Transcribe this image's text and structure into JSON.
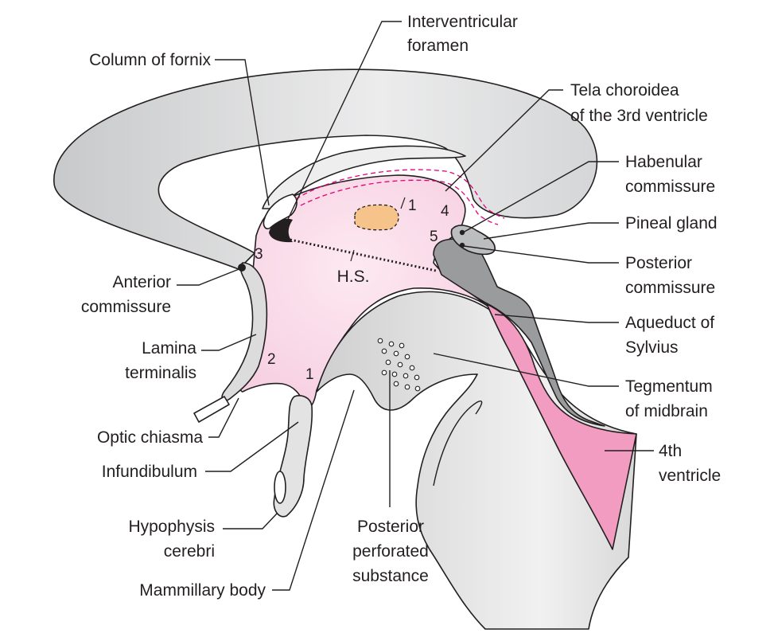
{
  "labels": {
    "column_of_fornix": "Column of fornix",
    "interventricular_1": "Interventricular",
    "interventricular_2": "foramen",
    "tela_1": "Tela choroidea",
    "tela_2": "of the 3rd ventricle",
    "habenular_1": "Habenular",
    "habenular_2": "commissure",
    "pineal": "Pineal gland",
    "posterior_comm_1": "Posterior",
    "posterior_comm_2": "commissure",
    "aqueduct_1": "Aqueduct of",
    "aqueduct_2": "Sylvius",
    "tegmentum_1": "Tegmentum",
    "tegmentum_2": "of midbrain",
    "fourth_1": "4th",
    "fourth_2": "ventricle",
    "anterior_1": "Anterior",
    "anterior_2": "commissure",
    "lamina_1": "Lamina",
    "lamina_2": "terminalis",
    "optic": "Optic chiasma",
    "infundibulum": "Infundibulum",
    "hypophysis_1": "Hypophysis",
    "hypophysis_2": "cerebri",
    "mammillary": "Mammillary body",
    "ppsub_1": "Posterior",
    "ppsub_2": "perforated",
    "ppsub_3": "substance",
    "hs": "H.S."
  },
  "recess_numbers": {
    "n1a": "1",
    "n1b": "1",
    "n2": "2",
    "n3": "3",
    "n4": "4",
    "n5": "5"
  },
  "colors": {
    "ventricle_pink": "#f9dbe8",
    "fourth_ventricle_pink": "#f29cc1",
    "grey_matter": "#d9d9da",
    "dark_grey": "#8f9092",
    "interthalamic_orange": "#f6c48a",
    "tela_dashed": "#e4007c",
    "ink": "#231f20"
  }
}
